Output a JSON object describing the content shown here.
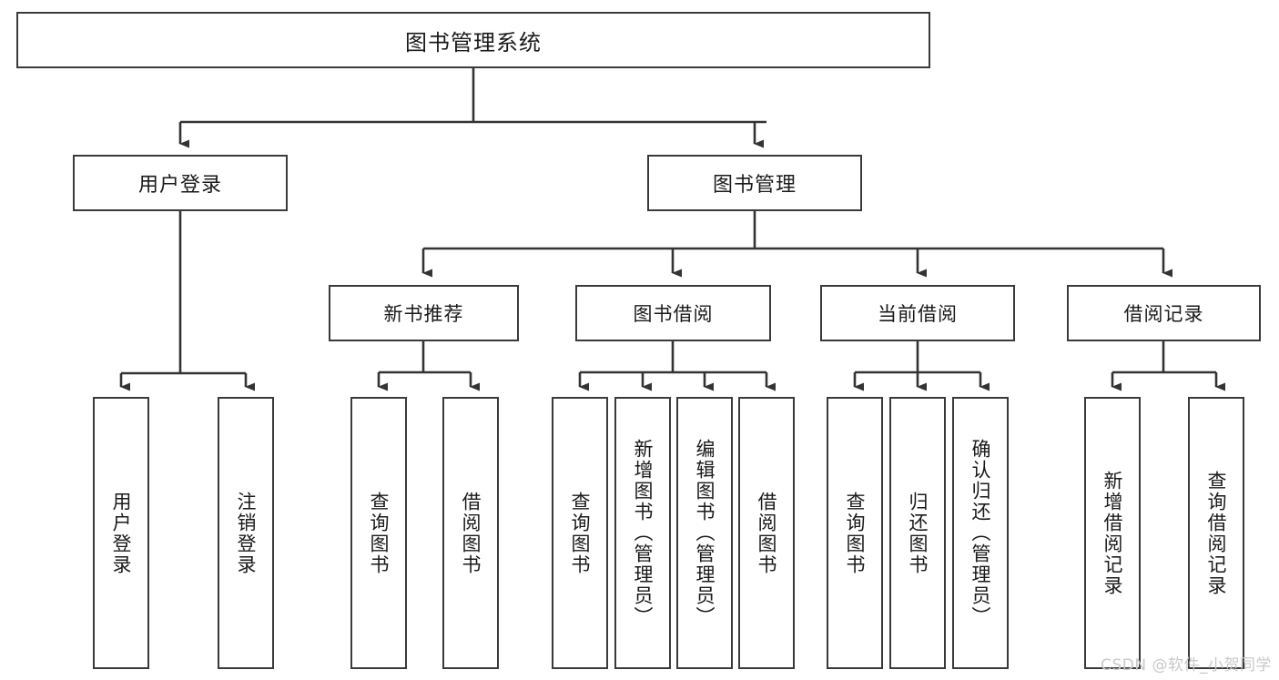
{
  "diagram": {
    "type": "tree",
    "title": "图书管理系统",
    "watermark": "CSDN @软件_小贺同学",
    "colors": {
      "box_border": "#3a3a3a",
      "box_fill": "#ffffff",
      "connector": "#333333",
      "text": "#1a1a1a",
      "watermark": "#c9c9c9"
    },
    "nodes": {
      "root": {
        "label": "图书管理系统"
      },
      "level2": [
        {
          "label": "用户登录"
        },
        {
          "label": "图书管理"
        }
      ],
      "level3": [
        {
          "label": "新书推荐"
        },
        {
          "label": "图书借阅"
        },
        {
          "label": "当前借阅"
        },
        {
          "label": "借阅记录"
        }
      ],
      "leaves": {
        "user_login": [
          {
            "label": "用户登录"
          },
          {
            "label": "注销登录"
          }
        ],
        "new_book_recommend": [
          {
            "label": "查询图书"
          },
          {
            "label": "借阅图书"
          }
        ],
        "book_borrow": [
          {
            "label": "查询图书"
          },
          {
            "label": "新增图书（管理员）"
          },
          {
            "label": "编辑图书（管理员）"
          },
          {
            "label": "借阅图书"
          }
        ],
        "current_borrow": [
          {
            "label": "查询图书"
          },
          {
            "label": "归还图书"
          },
          {
            "label": "确认归还（管理员）"
          }
        ],
        "borrow_records": [
          {
            "label": "新增借阅记录"
          },
          {
            "label": "查询借阅记录"
          }
        ]
      }
    }
  }
}
